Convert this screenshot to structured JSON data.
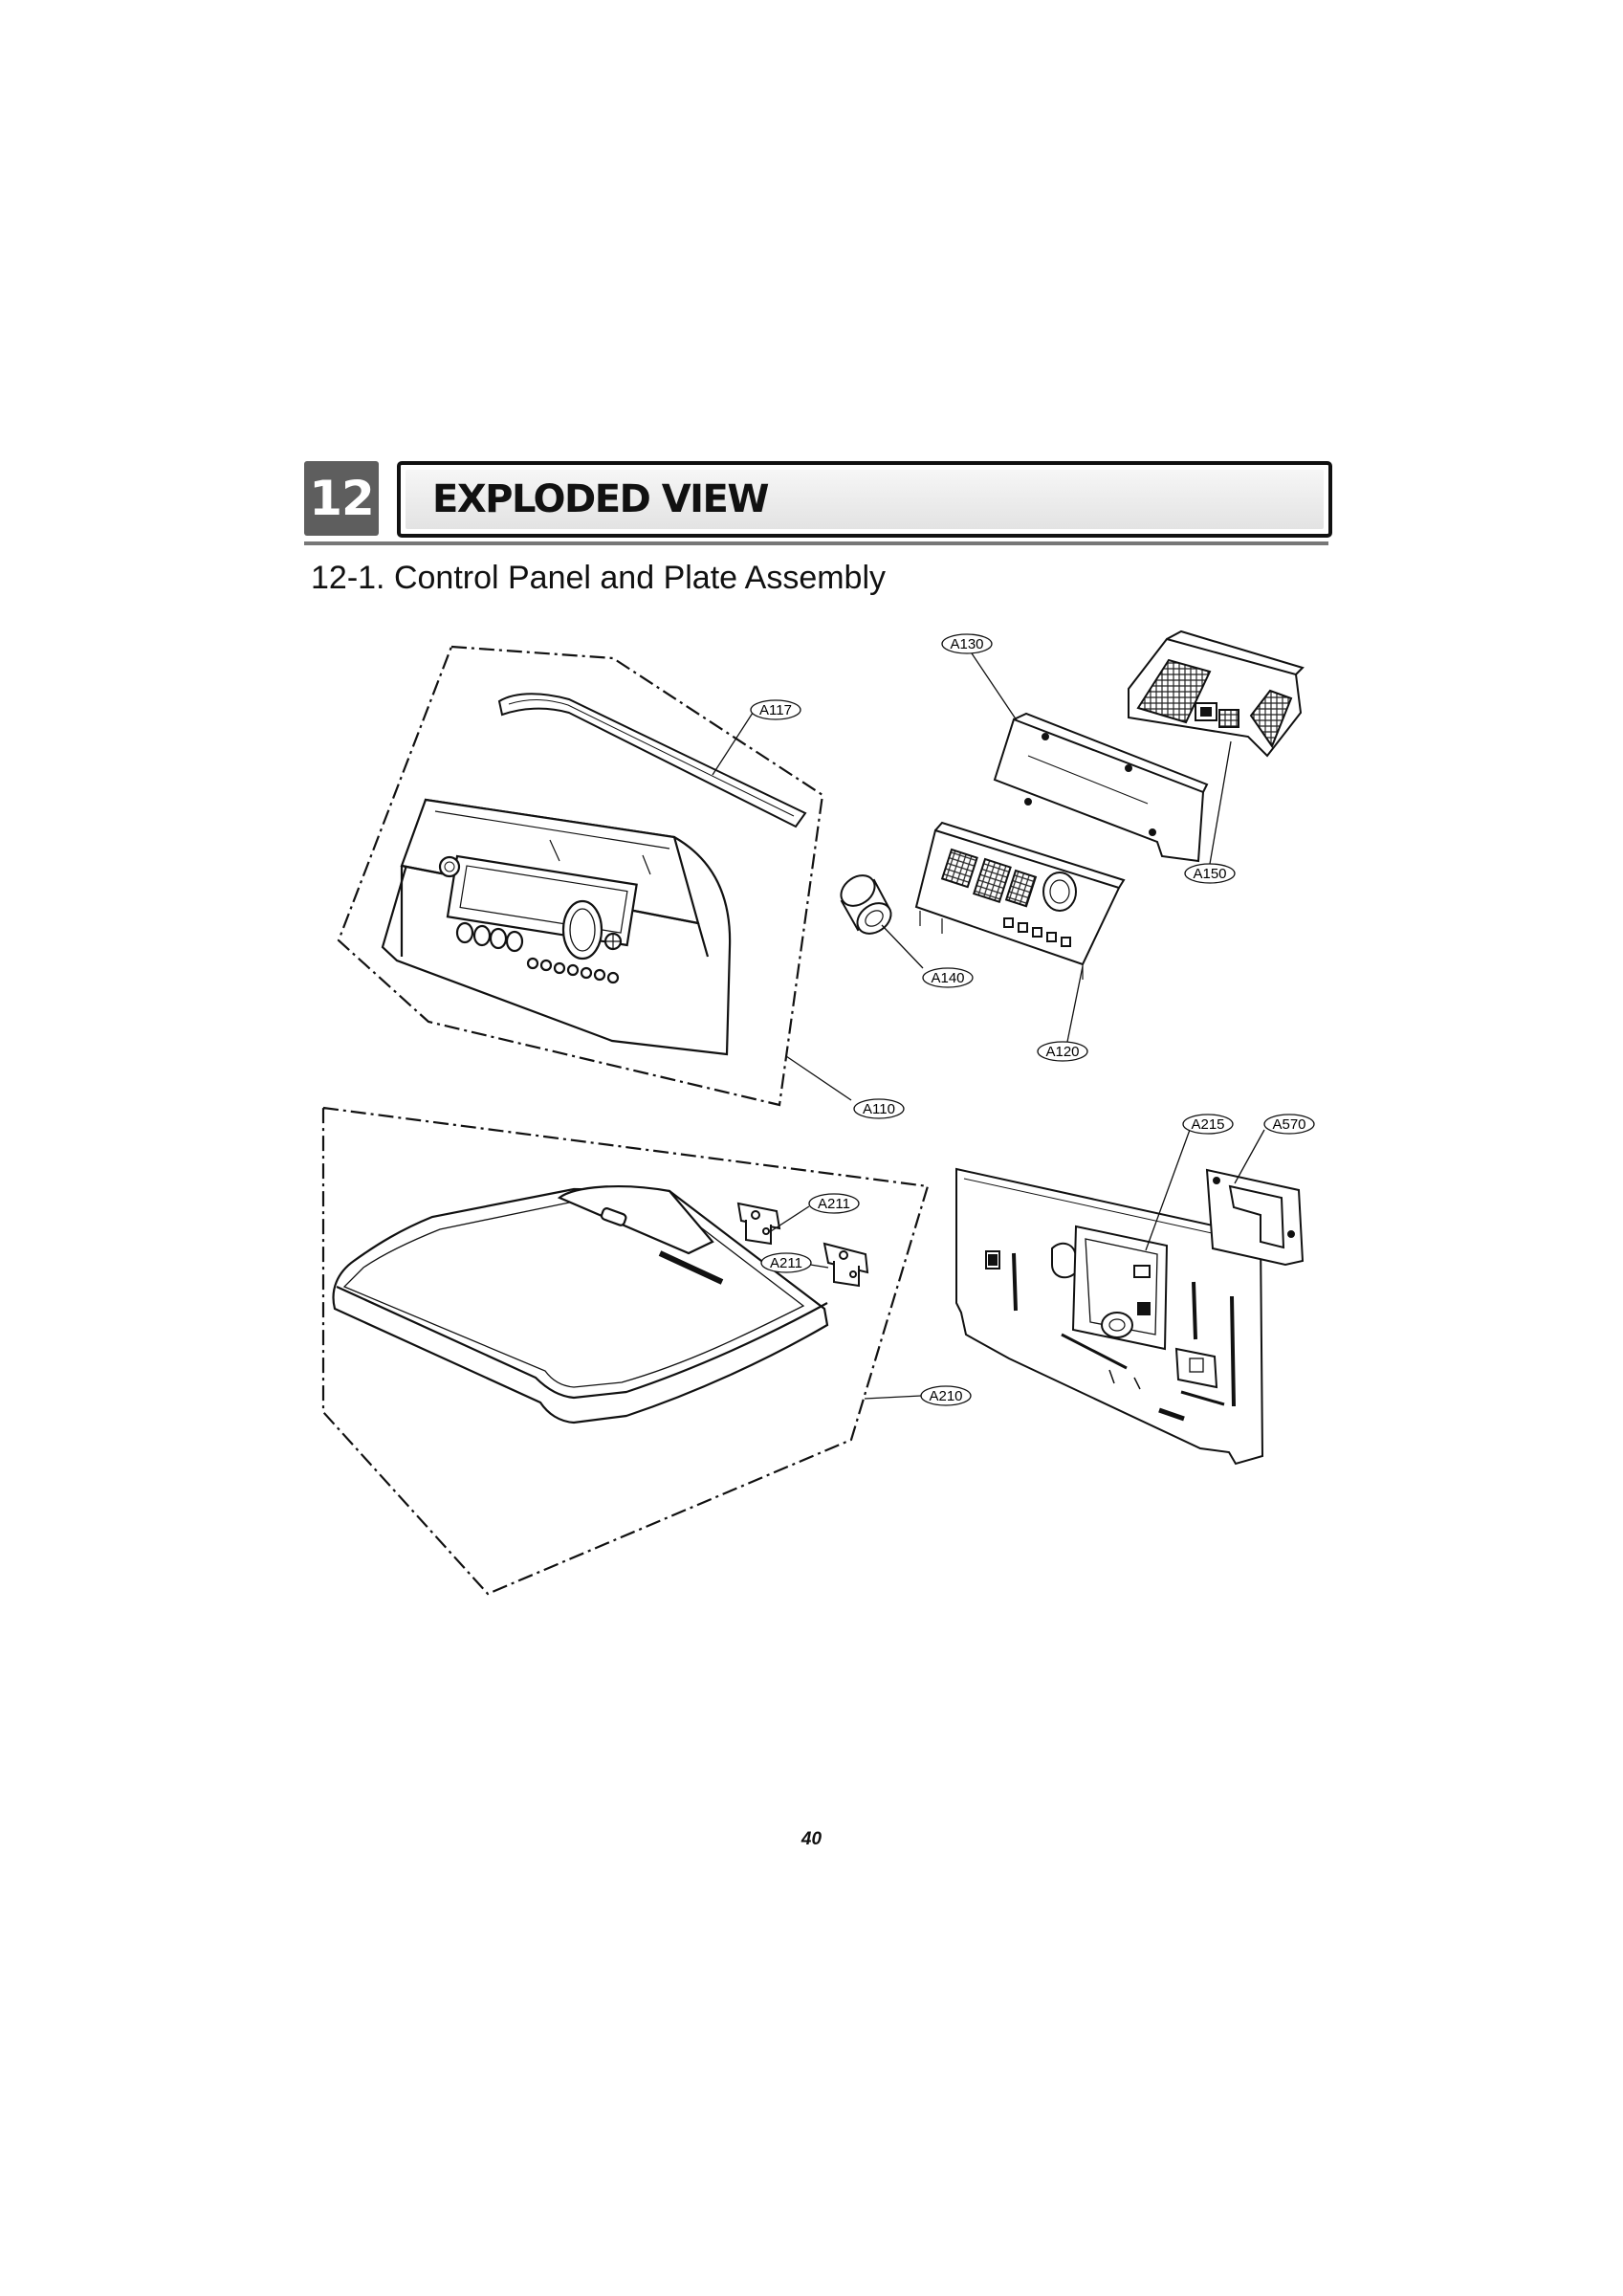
{
  "header": {
    "chapter_number": "12",
    "chapter_title": "EXPLODED VIEW"
  },
  "section": {
    "heading": "12-1. Control Panel and Plate Assembly"
  },
  "parts": {
    "a117": "A117",
    "a130": "A130",
    "a150": "A150",
    "a140": "A140",
    "a120": "A120",
    "a110": "A110",
    "a215": "A215",
    "a570": "A570",
    "a211_top": "A211",
    "a211_bottom": "A211",
    "a210": "A210"
  },
  "page": {
    "number": "40"
  }
}
